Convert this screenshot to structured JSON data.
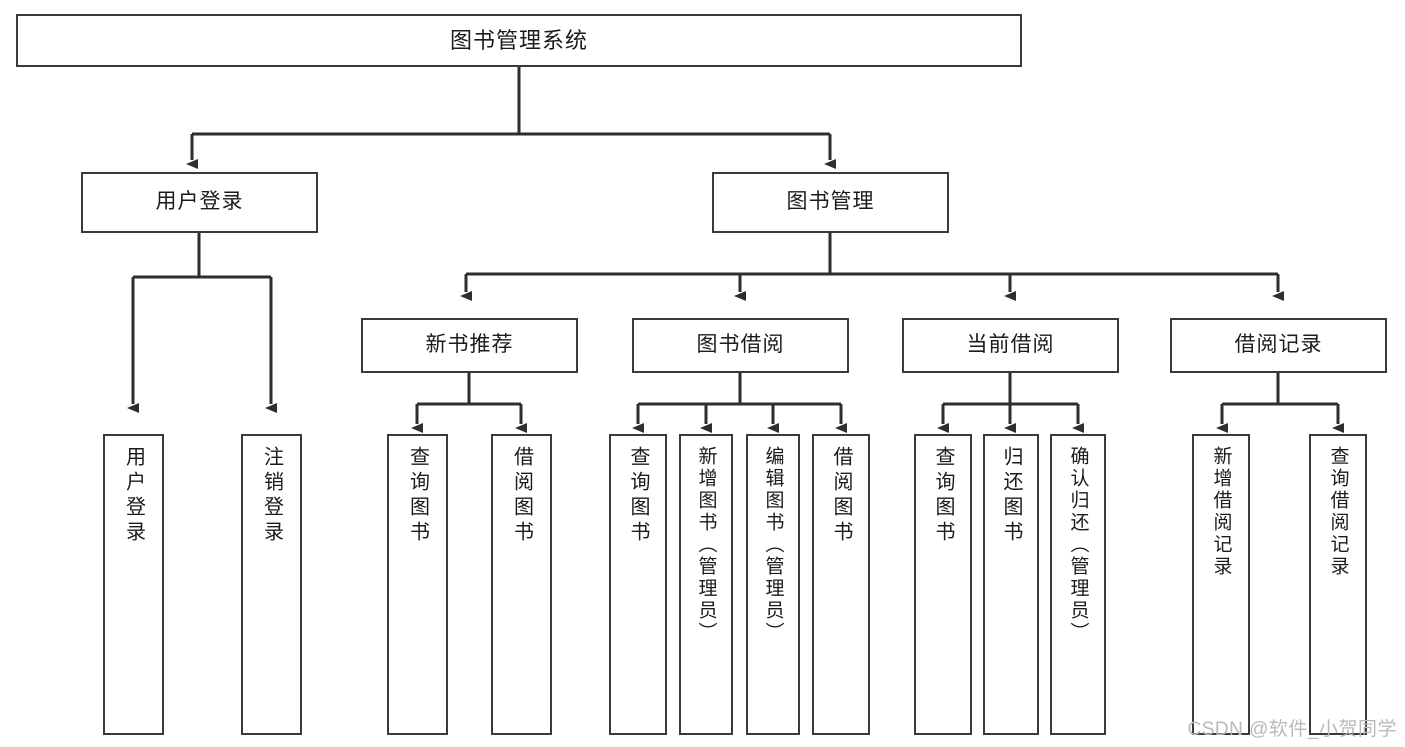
{
  "diagram": {
    "title": "图书管理系统",
    "type": "tree-hierarchy",
    "watermark": "CSDN @软件_小贺同学",
    "colors": {
      "background": "#ffffff",
      "box_border": "#3a3a3a",
      "edge": "#2e2e2e",
      "text": "#1b1b1b",
      "watermark": "#b9b9b9"
    },
    "nodes": {
      "root": {
        "label": "图书管理系统"
      },
      "level2": [
        {
          "id": "user-login",
          "label": "用户登录"
        },
        {
          "id": "book-manage",
          "label": "图书管理"
        }
      ],
      "level3": [
        {
          "id": "new-book-rec",
          "label": "新书推荐"
        },
        {
          "id": "book-borrow",
          "label": "图书借阅"
        },
        {
          "id": "current-borrow",
          "label": "当前借阅"
        },
        {
          "id": "borrow-record",
          "label": "借阅记录"
        }
      ],
      "leaves": {
        "user-login": [
          {
            "id": "leaf-user-login",
            "label": "用户登录"
          },
          {
            "id": "leaf-logout",
            "label": "注销登录"
          }
        ],
        "new-book-rec": [
          {
            "id": "leaf-query-book-1",
            "label": "查询图书"
          },
          {
            "id": "leaf-borrow-book-1",
            "label": "借阅图书"
          }
        ],
        "book-borrow": [
          {
            "id": "leaf-query-book-2",
            "label": "查询图书"
          },
          {
            "id": "leaf-add-book",
            "label": "新增图书（管理员）"
          },
          {
            "id": "leaf-edit-book",
            "label": "编辑图书（管理员）"
          },
          {
            "id": "leaf-borrow-book-2",
            "label": "借阅图书"
          }
        ],
        "current-borrow": [
          {
            "id": "leaf-query-book-3",
            "label": "查询图书"
          },
          {
            "id": "leaf-return-book",
            "label": "归还图书"
          },
          {
            "id": "leaf-confirm-return",
            "label": "确认归还（管理员）"
          }
        ],
        "borrow-record": [
          {
            "id": "leaf-add-record",
            "label": "新增借阅记录"
          },
          {
            "id": "leaf-query-record",
            "label": "查询借阅记录"
          }
        ]
      }
    }
  }
}
